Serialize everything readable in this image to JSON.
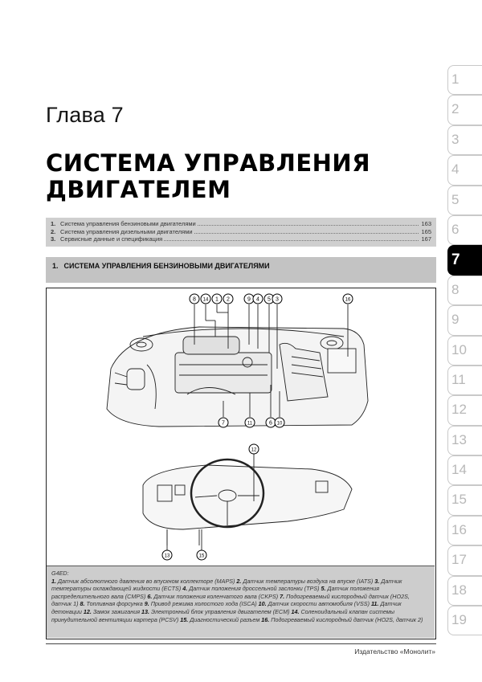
{
  "chapter": {
    "label": "Глава 7",
    "title": "СИСТЕМА УПРАВЛЕНИЯ ДВИГАТЕЛЕМ"
  },
  "toc": [
    {
      "num": "1.",
      "text": "Система управления бензиновыми двигателями",
      "page": "163"
    },
    {
      "num": "2.",
      "text": "Система управления дизельными двигателями",
      "page": "165"
    },
    {
      "num": "3.",
      "text": "Сервисные данные и спецификация",
      "page": "167"
    }
  ],
  "section": {
    "num": "1.",
    "title": "СИСТЕМА УПРАВЛЕНИЯ БЕНЗИНОВЫМИ ДВИГАТЕЛЯМИ"
  },
  "figure": {
    "engine_callouts_top": [
      "8",
      "14",
      "1",
      "2",
      "9",
      "4",
      "5",
      "3",
      "16"
    ],
    "engine_callouts_bottom": [
      "7",
      "11",
      "6",
      "10"
    ],
    "dash_callouts": [
      "12",
      "13",
      "15"
    ]
  },
  "caption": {
    "model": "G4ED:",
    "items": [
      {
        "n": "1.",
        "text": "Датчик абсолютного давления во впускном коллекторе (MAPS)"
      },
      {
        "n": "2.",
        "text": "Датчик температуры воздуха на впуске (IATS)"
      },
      {
        "n": "3.",
        "text": "Датчик температуры охлаждающей жидкости (ECTS)"
      },
      {
        "n": "4.",
        "text": "Датчик положения дроссельной заслонки (TPS)"
      },
      {
        "n": "5.",
        "text": "Датчик положения распределительного вала (CMPS)"
      },
      {
        "n": "6.",
        "text": "Датчик положения коленчатого вала (CKPS)"
      },
      {
        "n": "7.",
        "text": "Подогреваемый кислородный датчик (HO2S, датчик 1)"
      },
      {
        "n": "8.",
        "text": "Топливная форсунка"
      },
      {
        "n": "9.",
        "text": "Привод режима холостого хода (ISCA)"
      },
      {
        "n": "10.",
        "text": "Датчик скорости автомобиля (VSS)"
      },
      {
        "n": "11.",
        "text": "Датчик детонации"
      },
      {
        "n": "12.",
        "text": "Замок зажигания"
      },
      {
        "n": "13.",
        "text": "Электронный блок управления двигателем (ECM)"
      },
      {
        "n": "14.",
        "text": "Соленоидальный клапан системы принудительной вентиляции картера (PCSV)"
      },
      {
        "n": "15.",
        "text": "Диагностический разъем"
      },
      {
        "n": "16.",
        "text": "Подогреваемый кислородный датчик (HO2S, датчик 2)"
      }
    ]
  },
  "footer": {
    "publisher": "Издательство «Монолит»"
  },
  "tabs": [
    "1",
    "2",
    "3",
    "4",
    "5",
    "6",
    "7",
    "8",
    "9",
    "10",
    "11",
    "12",
    "13",
    "14",
    "15",
    "16",
    "17",
    "18",
    "19"
  ],
  "active_tab": "7",
  "colors": {
    "toc_bg": "#cfcfcf",
    "section_bg": "#c3c3c3",
    "caption_bg": "#cdcdcd",
    "active_tab_bg": "#000000",
    "tab_text": "#b8b8b8"
  }
}
